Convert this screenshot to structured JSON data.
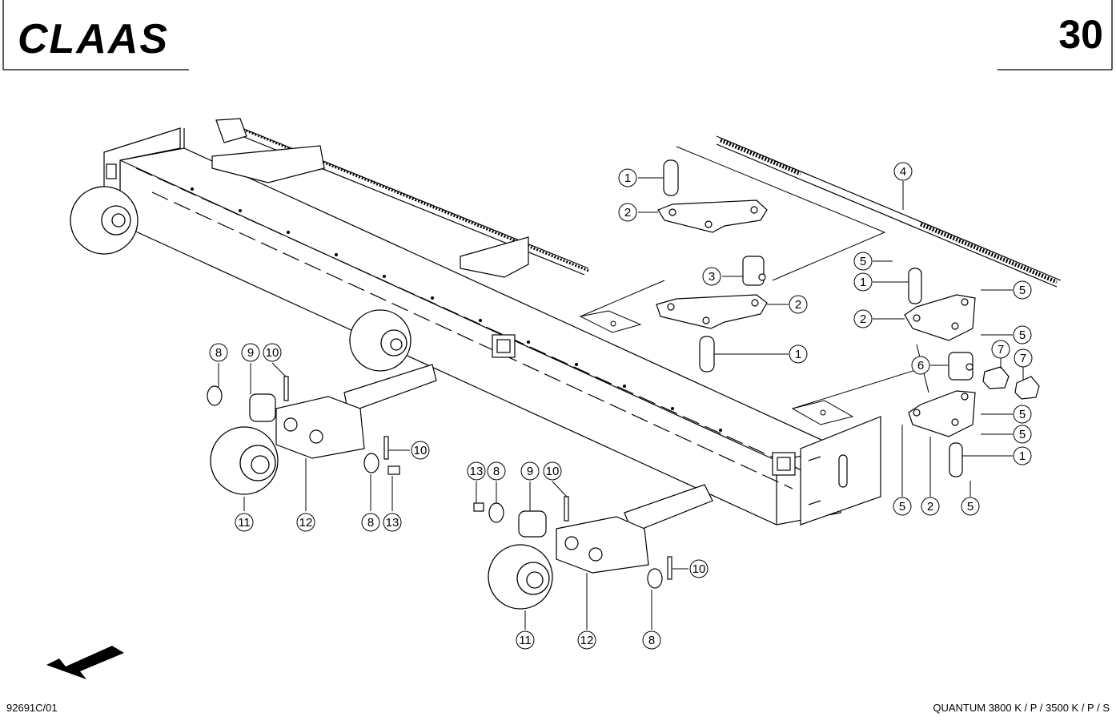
{
  "header": {
    "brand": "CLAAS",
    "page_number": "30"
  },
  "footer": {
    "drawing_code": "92691C/01",
    "model": "QUANTUM 3800 K / P / 3500 K / P / S"
  },
  "callouts": [
    {
      "label": "1"
    },
    {
      "label": "2"
    },
    {
      "label": "3"
    },
    {
      "label": "2"
    },
    {
      "label": "1"
    },
    {
      "label": "4"
    },
    {
      "label": "5"
    },
    {
      "label": "1"
    },
    {
      "label": "5"
    },
    {
      "label": "2"
    },
    {
      "label": "5"
    },
    {
      "label": "6"
    },
    {
      "label": "7"
    },
    {
      "label": "7"
    },
    {
      "label": "5"
    },
    {
      "label": "5"
    },
    {
      "label": "1"
    },
    {
      "label": "5"
    },
    {
      "label": "2"
    },
    {
      "label": "5"
    },
    {
      "label": "8"
    },
    {
      "label": "9"
    },
    {
      "label": "10"
    },
    {
      "label": "10"
    },
    {
      "label": "11"
    },
    {
      "label": "12"
    },
    {
      "label": "8"
    },
    {
      "label": "13"
    },
    {
      "label": "13"
    },
    {
      "label": "8"
    },
    {
      "label": "9"
    },
    {
      "label": "10"
    },
    {
      "label": "10"
    },
    {
      "label": "11"
    },
    {
      "label": "12"
    },
    {
      "label": "8"
    }
  ]
}
